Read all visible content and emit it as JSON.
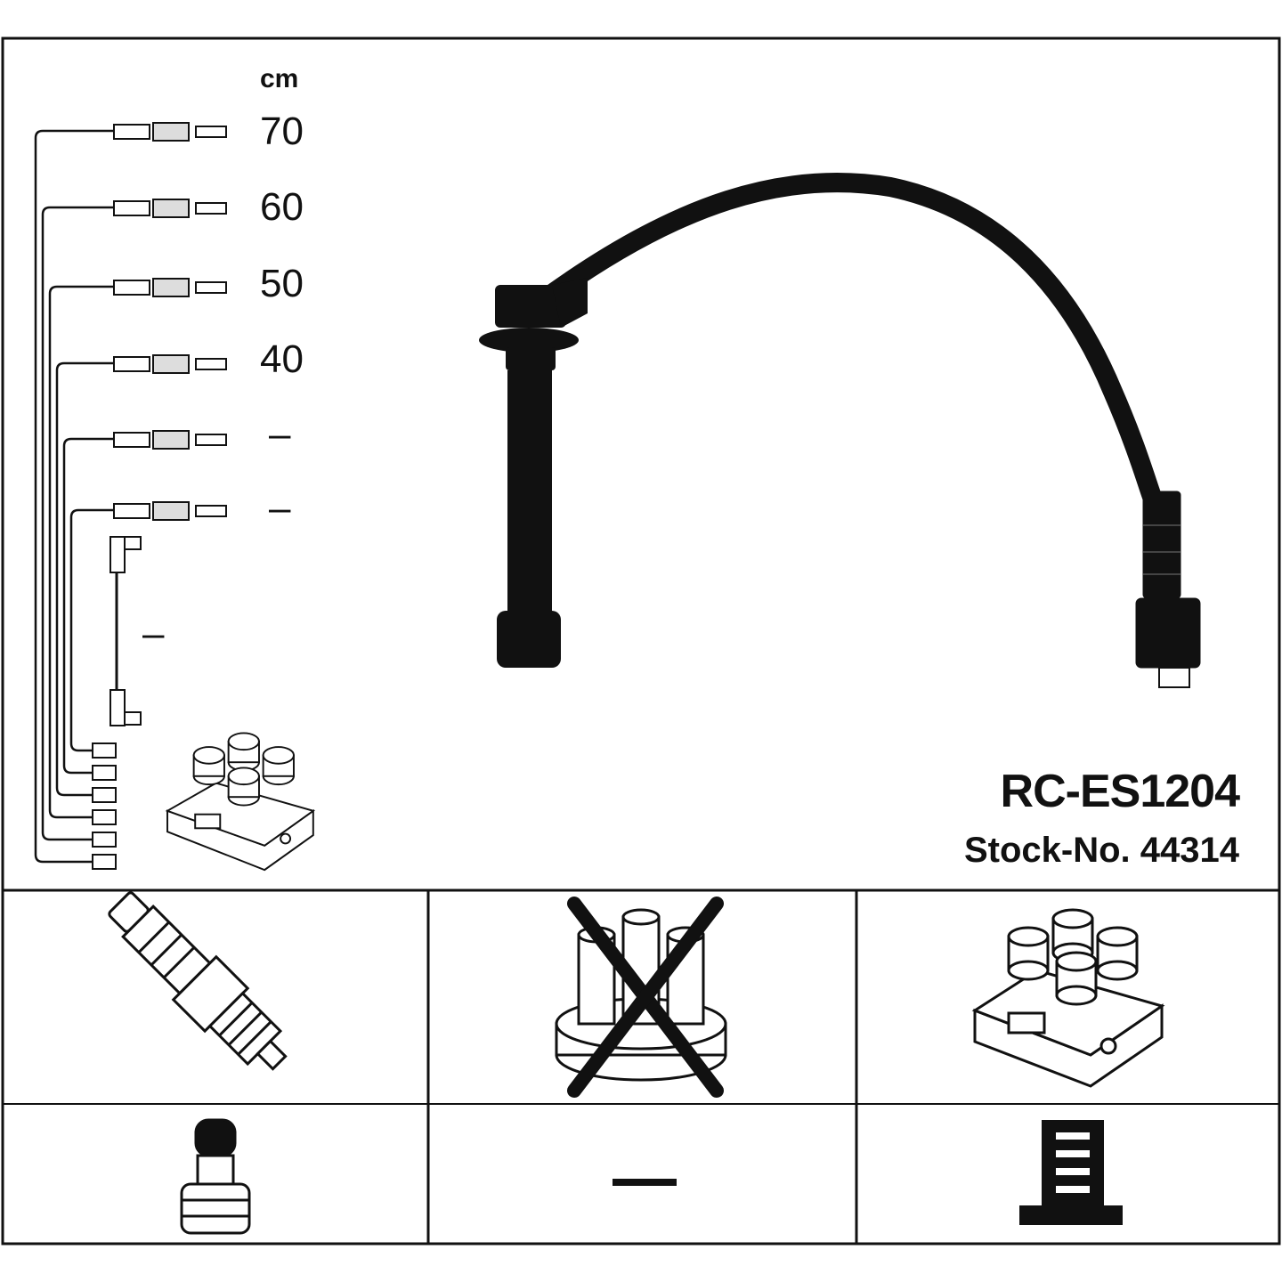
{
  "unit_label": "cm",
  "lengths": [
    "70",
    "60",
    "50",
    "40",
    "–",
    "–",
    "–"
  ],
  "part_number": "RC-ES1204",
  "stock_number": "Stock-No. 44314",
  "bottom_cells": {
    "engine_side_connector": "spark-plug-icon",
    "distributor": "distributor-cap-icon",
    "distributor_crossed": true,
    "coil_side_connector": "ignition-coil-icon",
    "plug_boot": "plug-boot-icon",
    "distributor_boot": "–",
    "coil_boot": "coil-terminal-icon"
  }
}
